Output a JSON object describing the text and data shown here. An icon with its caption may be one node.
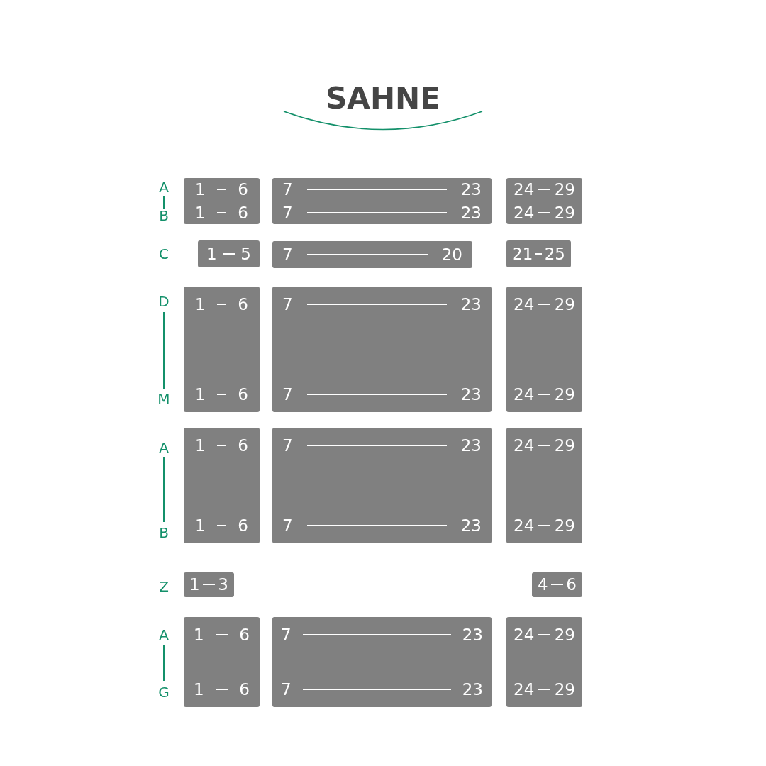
{
  "diagram": {
    "title": "SAHNE",
    "nodes": [
      {
        "text": [
          "1",
          "6",
          "1",
          "6"
        ]
      },
      {
        "text": [
          "7",
          "23",
          "7",
          "23"
        ]
      },
      {
        "text": [
          "24",
          "29",
          "24",
          "29"
        ]
      },
      {
        "text": [
          "1",
          "5"
        ]
      },
      {
        "text": [
          "7",
          "20"
        ]
      },
      {
        "text": [
          "21",
          "25"
        ]
      },
      {
        "text": [
          "1",
          "6",
          "1",
          "6"
        ]
      },
      {
        "text": [
          "7",
          "23",
          "7",
          "23"
        ]
      },
      {
        "text": [
          "24",
          "29",
          "24",
          "29"
        ]
      },
      {
        "text": [
          "1",
          "6",
          "1",
          "6"
        ]
      },
      {
        "text": [
          "7",
          "23",
          "7",
          "23"
        ]
      },
      {
        "text": [
          "24",
          "29",
          "24",
          "29"
        ]
      },
      {
        "text": [
          "1",
          "3"
        ]
      },
      {
        "text": [
          "4",
          "6"
        ]
      },
      {
        "text": [
          "1",
          "6",
          "1",
          "6"
        ]
      },
      {
        "text": [
          "7",
          "23",
          "7",
          "23"
        ]
      },
      {
        "text": [
          "24",
          "29",
          "24",
          "29"
        ]
      }
    ],
    "edges": [],
    "labels": [
      "A",
      "B",
      "C",
      "D",
      "M",
      "A",
      "B",
      "Z",
      "A",
      "G"
    ]
  }
}
